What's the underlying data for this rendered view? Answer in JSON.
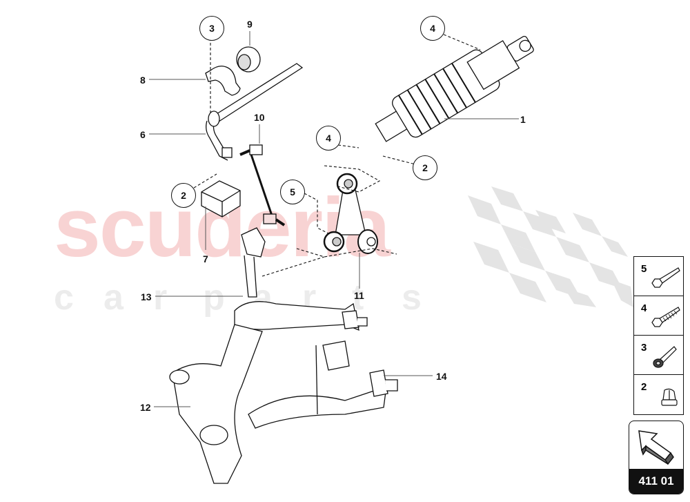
{
  "watermark": {
    "brand": "scuderia",
    "sub_letters": [
      "c",
      "a",
      "r",
      "p",
      "a",
      "r",
      "t",
      "s"
    ],
    "brand_color": "#f8d3d3",
    "sub_color": "#ececec"
  },
  "diagram": {
    "title_code": "411 01",
    "leader_labels": [
      {
        "id": "1",
        "text": "1"
      },
      {
        "id": "6",
        "text": "6"
      },
      {
        "id": "7",
        "text": "7"
      },
      {
        "id": "8",
        "text": "8"
      },
      {
        "id": "9",
        "text": "9"
      },
      {
        "id": "10",
        "text": "10"
      },
      {
        "id": "11",
        "text": "11"
      },
      {
        "id": "12",
        "text": "12"
      },
      {
        "id": "13",
        "text": "13"
      },
      {
        "id": "14",
        "text": "14"
      }
    ],
    "circled_callouts": [
      {
        "id": "c3",
        "text": "3"
      },
      {
        "id": "c4a",
        "text": "4"
      },
      {
        "id": "c4b",
        "text": "4"
      },
      {
        "id": "c2a",
        "text": "2"
      },
      {
        "id": "c2b",
        "text": "2"
      },
      {
        "id": "c5",
        "text": "5"
      }
    ],
    "parts": {
      "1": "shock-absorber-coil-spring",
      "6": "stabilizer-bar",
      "7": "stabilizer-bearing-clamp",
      "8": "stabilizer-bracket",
      "9": "stabilizer-rubber-bushing",
      "10": "stabilizer-link",
      "11": "wishbone-connecting-link",
      "12": "wheel-carrier",
      "13": "upper-control-arm",
      "14": "lower-control-arm"
    }
  },
  "legend": {
    "items": [
      {
        "num": "5",
        "icon": "long-hex-bolt"
      },
      {
        "num": "4",
        "icon": "threaded-hex-bolt"
      },
      {
        "num": "3",
        "icon": "flange-bolt"
      },
      {
        "num": "2",
        "icon": "hex-nut"
      }
    ]
  },
  "nav": {
    "code": "411 01",
    "icon": "back-arrow"
  },
  "colors": {
    "line": "#111111",
    "legend_footer_bg": "#111111",
    "legend_footer_text": "#ffffff",
    "checker": "#e2e2e2"
  }
}
